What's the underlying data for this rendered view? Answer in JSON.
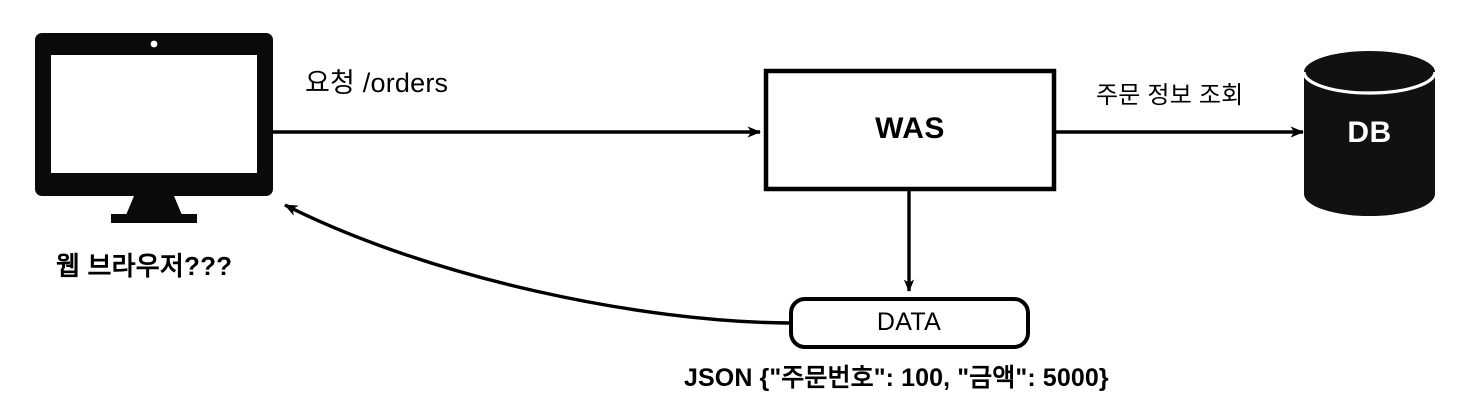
{
  "diagram": {
    "title": "Web request flow: browser to WAS to DB returning JSON data",
    "background_color": "#ffffff",
    "stroke_color": "#000000",
    "nodes": {
      "browser": {
        "icon": "desktop-monitor-icon",
        "label": "웹 브라우저???",
        "fill": "#000000"
      },
      "was": {
        "label": "WAS",
        "shape": "rectangle",
        "fill": "#ffffff",
        "stroke": "#000000"
      },
      "db": {
        "label": "DB",
        "shape": "cylinder",
        "fill": "#111111",
        "text_color": "#ffffff"
      },
      "data": {
        "label": "DATA",
        "shape": "rounded-rectangle",
        "fill": "#ffffff",
        "stroke": "#000000"
      }
    },
    "edges": {
      "request": {
        "label": "요청 /orders",
        "from": "browser",
        "to": "was"
      },
      "db_query": {
        "label": "주문 정보 조회",
        "from": "was",
        "to": "db"
      },
      "was_to_data": {
        "label": "",
        "from": "was",
        "to": "data"
      },
      "response": {
        "label": "",
        "from": "data",
        "to": "browser"
      }
    },
    "annotations": {
      "json_payload": "JSON {\"주문번호\": 100, \"금액\": 5000}"
    }
  }
}
